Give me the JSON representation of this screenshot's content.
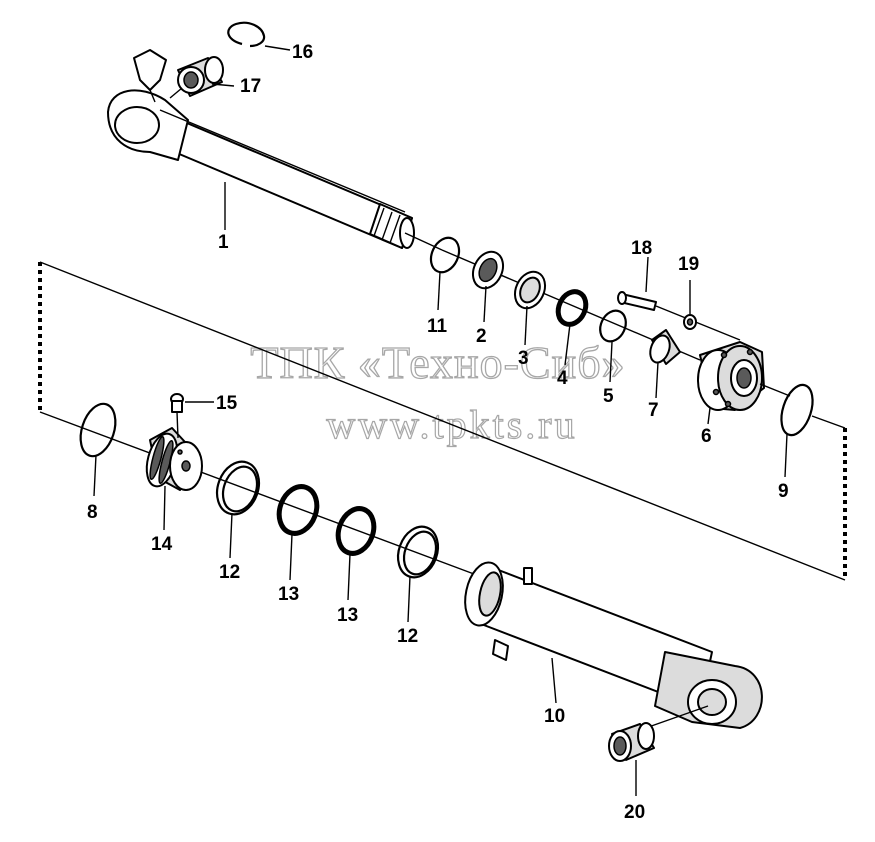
{
  "diagram": {
    "type": "exploded-parts-view",
    "watermark": {
      "line1": "ТПК «Техно-Сиб»",
      "line2": "www.tpkts.ru"
    },
    "parts": [
      {
        "ref": "1"
      },
      {
        "ref": "2"
      },
      {
        "ref": "3"
      },
      {
        "ref": "4"
      },
      {
        "ref": "5"
      },
      {
        "ref": "6"
      },
      {
        "ref": "7"
      },
      {
        "ref": "8"
      },
      {
        "ref": "9"
      },
      {
        "ref": "10"
      },
      {
        "ref": "11"
      },
      {
        "ref": "12"
      },
      {
        "ref": "12"
      },
      {
        "ref": "13"
      },
      {
        "ref": "13"
      },
      {
        "ref": "14"
      },
      {
        "ref": "15"
      },
      {
        "ref": "16"
      },
      {
        "ref": "17"
      },
      {
        "ref": "18"
      },
      {
        "ref": "19"
      },
      {
        "ref": "20"
      }
    ]
  }
}
